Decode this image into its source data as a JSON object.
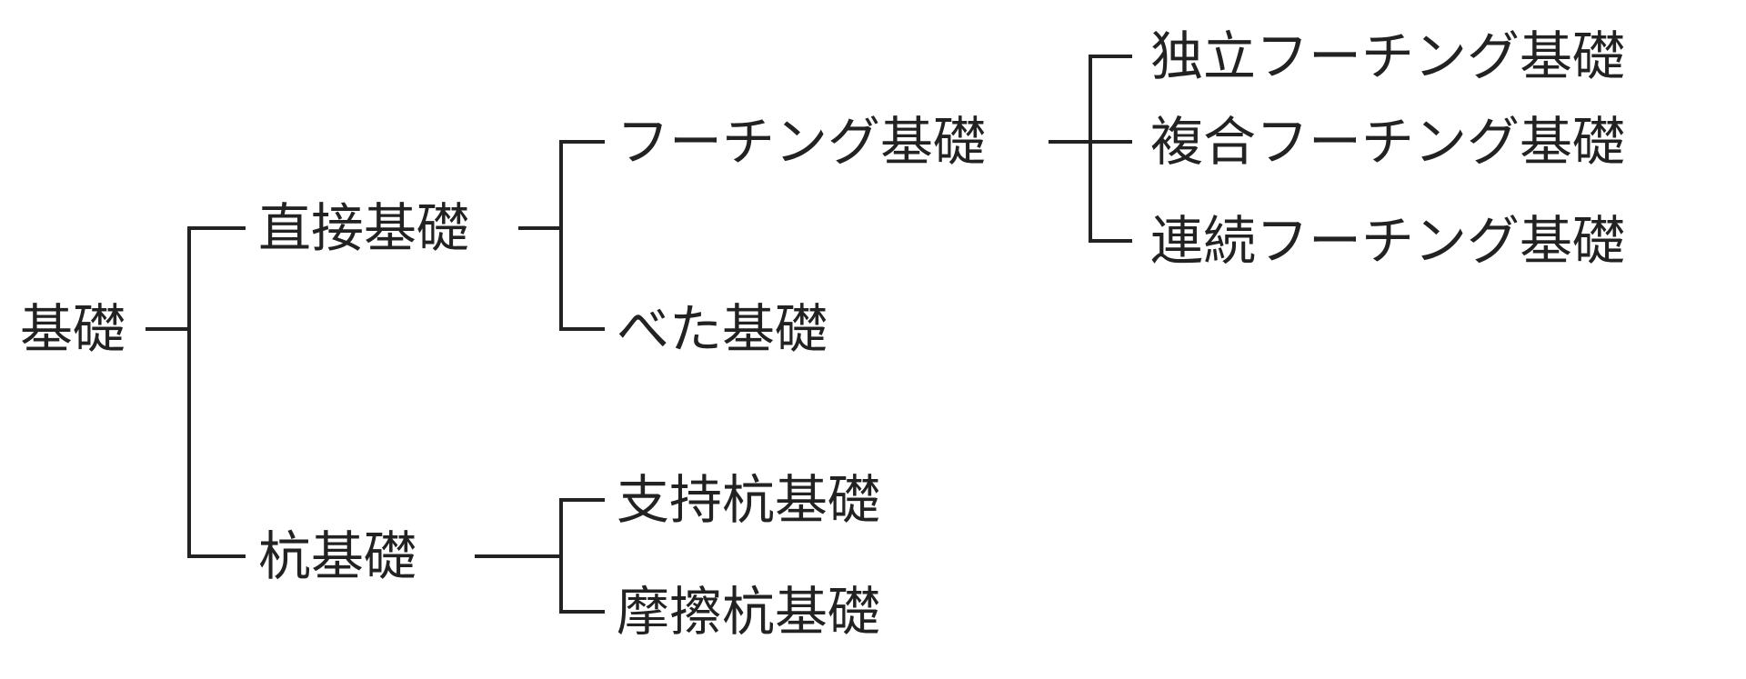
{
  "diagram": {
    "root": {
      "label": "基礎",
      "children": [
        {
          "label": "直接基礎",
          "children": [
            {
              "label": "フーチング基礎",
              "children": [
                {
                  "label": "独立フーチング基礎"
                },
                {
                  "label": "複合フーチング基礎"
                },
                {
                  "label": "連続フーチング基礎"
                }
              ]
            },
            {
              "label": "べた基礎"
            }
          ]
        },
        {
          "label": "杭基礎",
          "children": [
            {
              "label": "支持杭基礎"
            },
            {
              "label": "摩擦杭基礎"
            }
          ]
        }
      ]
    }
  }
}
